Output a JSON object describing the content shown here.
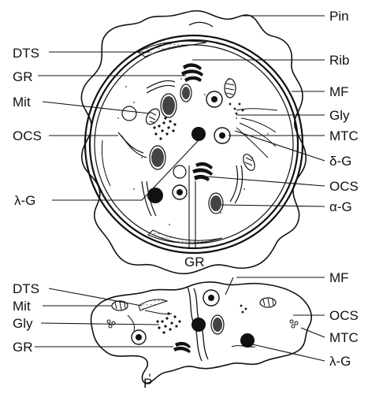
{
  "labels": {
    "pin": "Pin",
    "dts_top": "DTS",
    "rib": "Rib",
    "gr_top": "GR",
    "mf_top": "MF",
    "mit_top": "Mit",
    "gly_top": "Gly",
    "ocs_left": "OCS",
    "mtc_top": "MTC",
    "delta_g": "δ-G",
    "lambda_g_top": "λ-G",
    "ocs_right": "OCS",
    "alpha_g": "α-G",
    "gr_bottom_center": "GR",
    "dts_bottom": "DTS",
    "mf_bottom": "MF",
    "mit_bottom": "Mit",
    "ocs_bottom": "OCS",
    "gly_bottom": "Gly",
    "mtc_bottom": "MTC",
    "gr_bottom": "GR",
    "lambda_g_bottom": "λ-G",
    "p": "P"
  },
  "colors": {
    "ink": "#111111",
    "granule_dark": "#111111",
    "granule_grey": "#555555",
    "stipple": "#bdbdbd"
  }
}
